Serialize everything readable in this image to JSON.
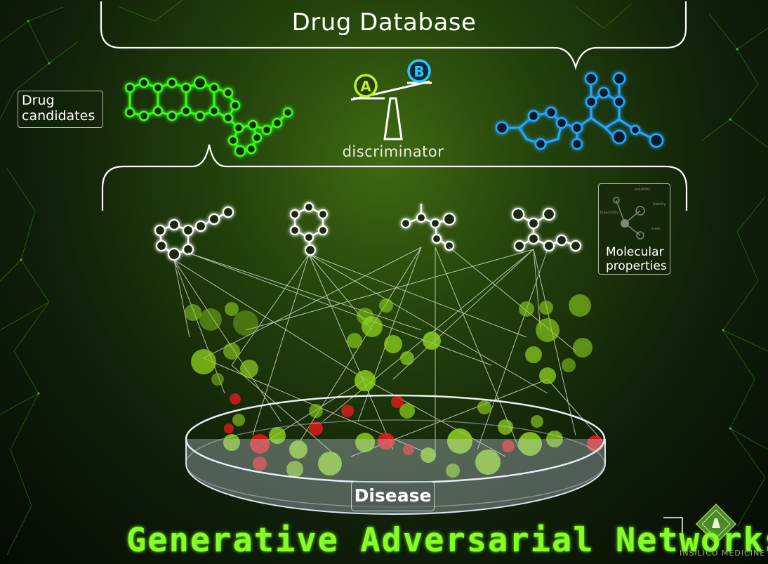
{
  "title": "Drug Database",
  "drug_candidates": {
    "line1": "Drug",
    "line2": "candidates"
  },
  "discriminator": {
    "label": "discriminator",
    "pan_a": "A",
    "pan_b": "B"
  },
  "molecular_properties": {
    "line1": "Molecular",
    "line2": "properties",
    "nodes": [
      "solubility",
      "toxicity",
      "bioactivity",
      "state"
    ]
  },
  "disease_label": "Disease",
  "footer_title": "Generative Adversarial Networks",
  "brand": "INSILICO MEDICINE",
  "colors": {
    "generated": "#38ff1a",
    "database": "#28a8ff",
    "candidate": "#ffffff",
    "footer": "#86ff24",
    "disease_cell": "#e01b1b",
    "healthy_cell": "#8fd31e"
  },
  "icons": [
    "balance-scale-icon",
    "property-graph-icon",
    "petri-dish-icon",
    "insilico-logo-icon"
  ]
}
